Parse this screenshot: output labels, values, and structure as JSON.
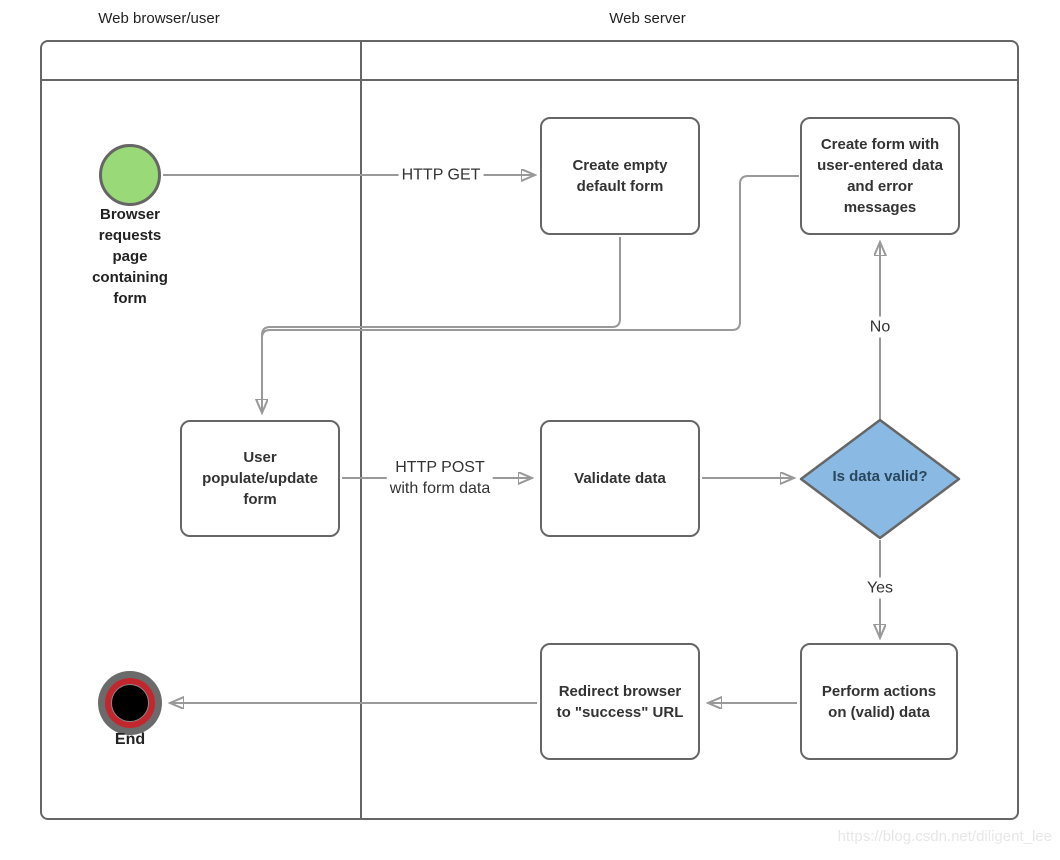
{
  "diagram": {
    "lanes": {
      "left": "Web browser/user",
      "right": "Web server"
    },
    "nodes": {
      "start": "Browser requests page containing form",
      "create_empty_form": "Create empty default form",
      "create_form_with_errors": "Create form with user-entered data and error messages",
      "user_populate_form": "User populate/update form",
      "validate_data": "Validate data",
      "decision": "Is data valid?",
      "perform_actions": "Perform actions on (valid) data",
      "redirect_browser": "Redirect browser to \"success\" URL",
      "end": "End"
    },
    "edge_labels": {
      "http_get": "HTTP GET",
      "http_post_line1": "HTTP POST",
      "http_post_line2": "with form data",
      "no": "No",
      "yes": "Yes"
    },
    "colors": {
      "start_fill": "#99d977",
      "decision_fill": "#8abae3",
      "end_ring": "#c3272e",
      "line": "#999999",
      "node_border": "#666666"
    }
  },
  "watermark": "https://blog.csdn.net/diligent_lee"
}
